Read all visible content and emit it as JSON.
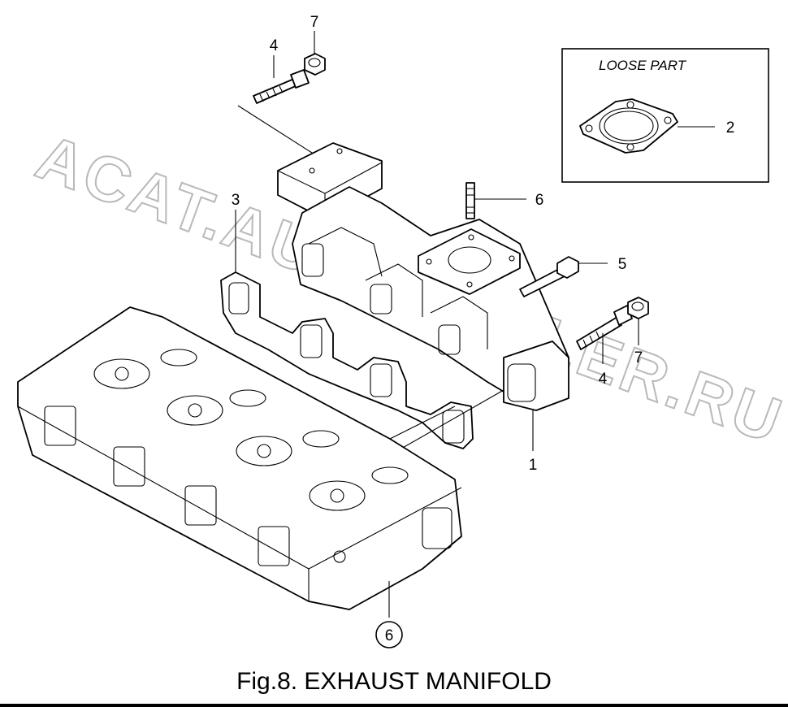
{
  "figure": {
    "caption": "Fig.8.  EXHAUST MANIFOLD",
    "watermark": "ACAT.AUTODEALER.RU",
    "inset_title": "LOOSE PART",
    "callouts": {
      "bolt_top": "4",
      "nut_top": "7",
      "gasket_loose": "2",
      "manifold_gasket": "3",
      "stud": "6",
      "bolt_right": "5",
      "bolt_lower": "4",
      "nut_right": "7",
      "manifold": "1",
      "cylinder_head_ref": "6"
    }
  }
}
